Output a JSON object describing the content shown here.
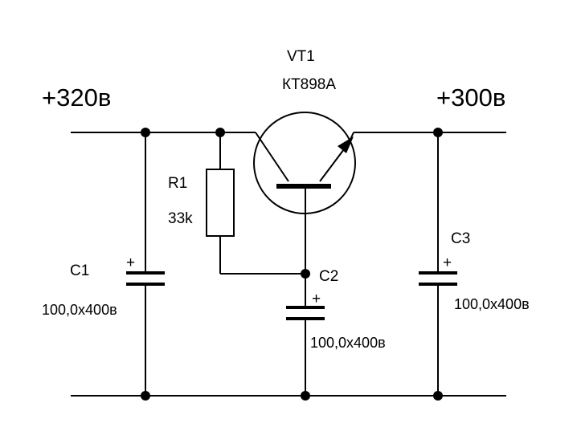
{
  "schematic": {
    "input_voltage": "+320в",
    "output_voltage": "+300в",
    "transistor": {
      "ref": "VT1",
      "part": "КТ898А"
    },
    "resistor": {
      "ref": "R1",
      "value": "33k"
    },
    "capacitors": [
      {
        "ref": "C1",
        "value": "100,0x400в",
        "polarity": "+"
      },
      {
        "ref": "C2",
        "value": "100,0x400в",
        "polarity": "+"
      },
      {
        "ref": "C3",
        "value": "100,0x400в",
        "polarity": "+"
      }
    ]
  }
}
